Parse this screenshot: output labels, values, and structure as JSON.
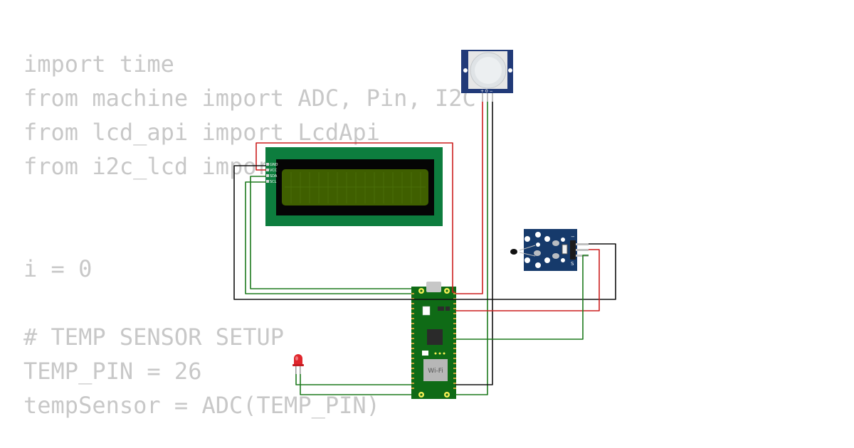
{
  "code": {
    "lines": [
      "import time",
      "from machine import ADC, Pin, I2C",
      "from lcd_api import LcdApi",
      "from i2c_lcd import",
      "",
      "",
      "i = 0",
      "",
      "# TEMP SENSOR SETUP",
      "TEMP_PIN = 26",
      "tempSensor = ADC(TEMP_PIN)"
    ]
  },
  "components": {
    "lcd": {
      "pins": [
        "GND",
        "VCC",
        "SDA",
        "SCL"
      ]
    },
    "pico": {
      "chip_label": "Wi-Fi"
    },
    "pir": {
      "pins": "+ 0 −"
    },
    "temp_module": {
      "pin_mark": "S",
      "minus_mark": "−"
    }
  },
  "colors": {
    "wire_red": "#cc1f1f",
    "wire_black": "#111111",
    "wire_green": "#1d7a1d",
    "lcd_board": "#0d7d3e",
    "lcd_screen": "#3f5f00",
    "pico_board": "#0f6b16",
    "pir_board": "#213a78",
    "temp_board": "#163a6b",
    "code_text": "#c8c8c8"
  }
}
